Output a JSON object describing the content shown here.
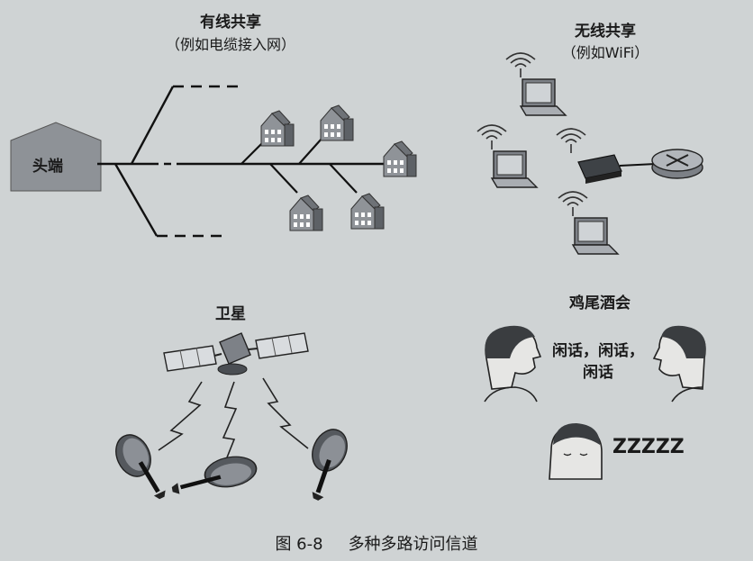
{
  "cable": {
    "title": "有线共享",
    "subtitle": "（例如电缆接入网）",
    "headend": "头端"
  },
  "wireless": {
    "title": "无线共享",
    "subtitle": "（例如WiFi）"
  },
  "satellite": {
    "title": "卫星"
  },
  "party": {
    "title": "鸡尾酒会",
    "chat_line1": "闲话，闲话，",
    "chat_line2": "闲话",
    "snore": "ZZZZZ"
  },
  "caption": {
    "number": "图 6-8",
    "text": "多种多路访问信道"
  }
}
